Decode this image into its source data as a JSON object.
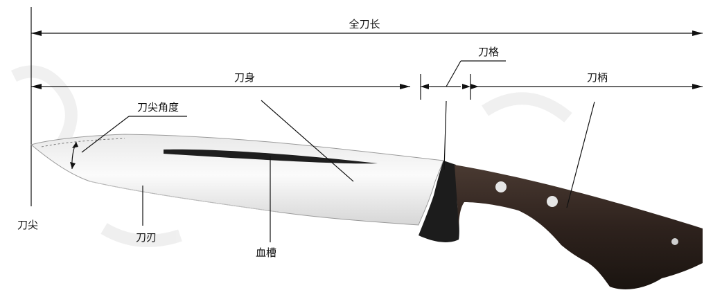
{
  "labels": {
    "overall_length": "全刀长",
    "blade": "刀身",
    "guard": "刀格",
    "handle": "刀柄",
    "tip_angle": "刀尖角度",
    "tip": "刀尖",
    "edge": "刀刃",
    "fuller": "血槽"
  },
  "colors": {
    "line": "#111111",
    "blade_light": "#f4f4f4",
    "blade_mid": "#d9d9d9",
    "handle_dark": "#2b1f1a",
    "guard_dark": "#1a1a1a",
    "rivet": "#e6e6e6"
  }
}
